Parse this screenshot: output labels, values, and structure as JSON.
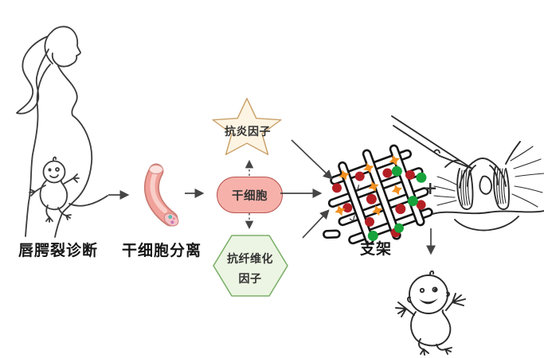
{
  "figure": {
    "description": "Stem cell therapy process diagram for cleft lip and palate",
    "background": "#ffffff"
  },
  "steps": {
    "diagnosis_label": "唇腭裂诊断",
    "isolation_label": "干细胞分离",
    "scaffold_label": "支架",
    "plus_sign": "+"
  },
  "factors": {
    "anti_inflammatory": "抗炎因子",
    "stem_cell": "干细胞",
    "anti_fibrotic_line1": "抗纤维化",
    "anti_fibrotic_line2": "因子"
  },
  "colors": {
    "star_fill": "#fdf4e3",
    "star_stroke": "#c9a06a",
    "stem_cell_fill": "#f6b2aa",
    "stem_cell_stroke": "#b85450",
    "hexagon_fill": "#ecf5e3",
    "hexagon_stroke": "#7db06b",
    "scaffold_red": "#b41f24",
    "scaffold_green": "#17a23b",
    "scaffold_orange": "#f39020",
    "line_ink": "#3a3a3a",
    "arrow": "#454545"
  },
  "illustrations": {
    "pregnant_woman": "pregnant-woman-with-fetus",
    "umbilical_cord": "umbilical-cord",
    "scaffold": "scaffold-mesh-with-cells",
    "surgery": "cleft-palate-surgery-with-scalpel",
    "baby": "healthy-baby"
  }
}
